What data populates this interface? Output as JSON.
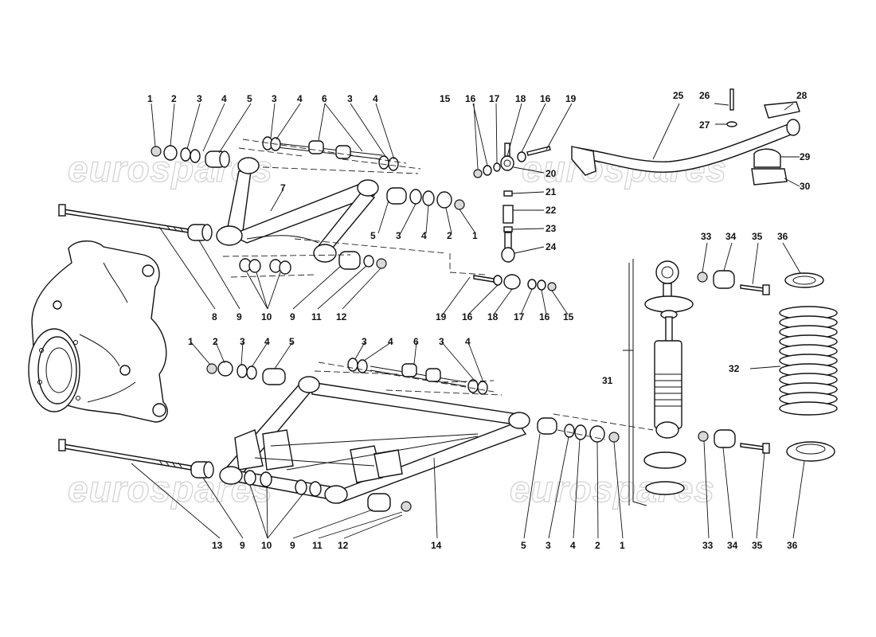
{
  "watermark": {
    "text": "eurospares"
  },
  "callouts": {
    "upper_arm": [
      "1",
      "2",
      "3",
      "4",
      "5",
      "3",
      "4",
      "6",
      "3",
      "4"
    ],
    "upper_arm_inner": [
      "7",
      "5",
      "3",
      "4",
      "2",
      "1"
    ],
    "upper_arm_bottom": [
      "8",
      "9",
      "10",
      "9",
      "11",
      "12"
    ],
    "lower_arm_top": [
      "1",
      "2",
      "3",
      "4",
      "5",
      "3",
      "4",
      "6",
      "3",
      "4"
    ],
    "lower_arm_bottom": [
      "13",
      "9",
      "10",
      "9",
      "11",
      "12",
      "14"
    ],
    "lower_right": [
      "5",
      "3",
      "4",
      "2",
      "1"
    ],
    "link": [
      "15",
      "16",
      "17",
      "18",
      "16",
      "19",
      "20",
      "21",
      "22",
      "23",
      "24",
      "19",
      "16",
      "18",
      "17",
      "16",
      "15"
    ],
    "stabilizer": [
      "25",
      "26",
      "28",
      "27",
      "29",
      "30"
    ],
    "shock": [
      "33",
      "34",
      "35",
      "36",
      "31",
      "32",
      "33",
      "34",
      "35",
      "36"
    ]
  }
}
